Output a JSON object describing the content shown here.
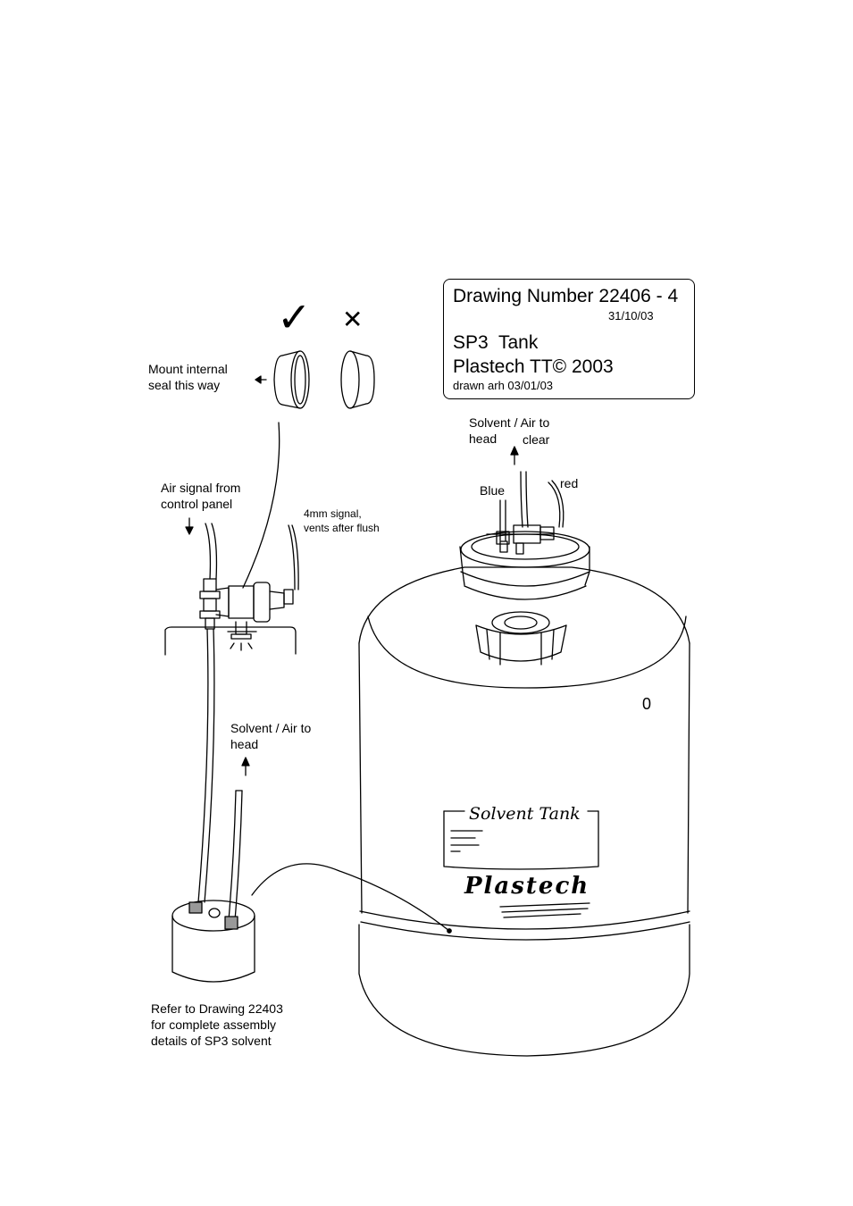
{
  "title_block": {
    "drawing_number": "Drawing Number 22406 - 4",
    "revision_date": "31/10/03",
    "model": "SP3  Tank",
    "company": "Plastech TT© 2003",
    "drawn_by": "drawn arh 03/01/03"
  },
  "seal": {
    "correct_mark": "✓",
    "wrong_mark": "✕",
    "instruction_line1": "Mount internal",
    "instruction_line2": "seal this way"
  },
  "labels": {
    "air_signal_1": "Air signal from",
    "air_signal_2": "control panel",
    "signal_4mm_1": "4mm signal,",
    "signal_4mm_2": "vents after flush",
    "solvent_head_1": "Solvent / Air to",
    "solvent_head_2": "head",
    "top_solvent_1": "Solvent / Air to",
    "top_solvent_2": "head",
    "top_clear": "clear",
    "blue": "Blue",
    "red": "red",
    "refer_1": "Refer to Drawing 22403",
    "refer_2": "for complete assembly",
    "refer_3": "details of SP3 solvent",
    "tank_mark": "0"
  },
  "tank": {
    "label_title": "Solvent Tank",
    "brand": "Plastech"
  }
}
